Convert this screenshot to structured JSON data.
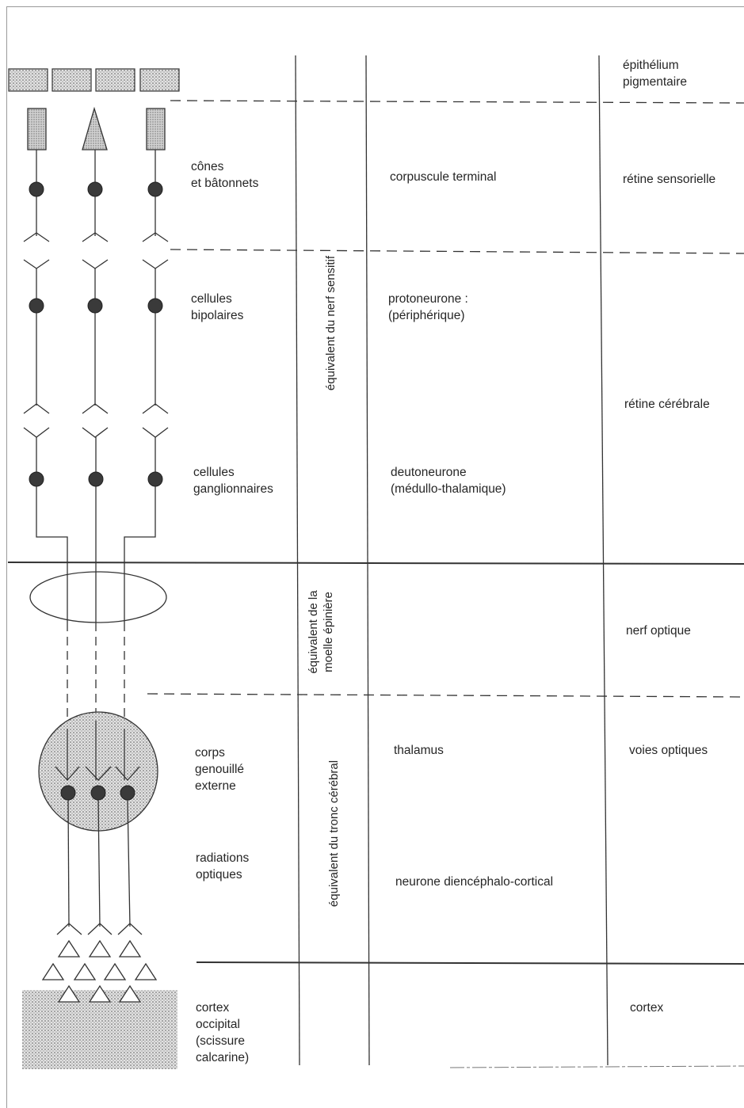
{
  "layers": {
    "epithelium": "épithélium\npigmentaire",
    "cones_rods": "cônes\net bâtonnets",
    "bipolar": "cellules\nbipolaires",
    "ganglion": "cellules\nganglionnaires",
    "lgn": "corps\ngenouillé\nexterne",
    "radiations": "radiations\noptiques",
    "cortex_occipital": "cortex\noccipital\n(scissure\ncalcarine)"
  },
  "equivalents": {
    "sensory_nerve": "équivalent du nerf sensitif",
    "spinal_cord": "équivalent de la\nmoelle épinière",
    "brainstem": "équivalent du tronc cérébral"
  },
  "neurons": {
    "terminal": "corpuscule terminal",
    "protoneurone": "protoneurone :\n(périphérique)",
    "deutoneurone": "deutoneurone\n(médullo-thalamique)",
    "thalamus": "thalamus",
    "diencephalo": "neurone diencéphalo-cortical"
  },
  "regions": {
    "epithelium": "épithélium\npigmentaire",
    "sensory_retina": "rétine sensorielle",
    "cerebral_retina": "rétine cérébrale",
    "optic_nerve": "nerf optique",
    "optic_pathways": "voies optiques",
    "cortex": "cortex"
  }
}
